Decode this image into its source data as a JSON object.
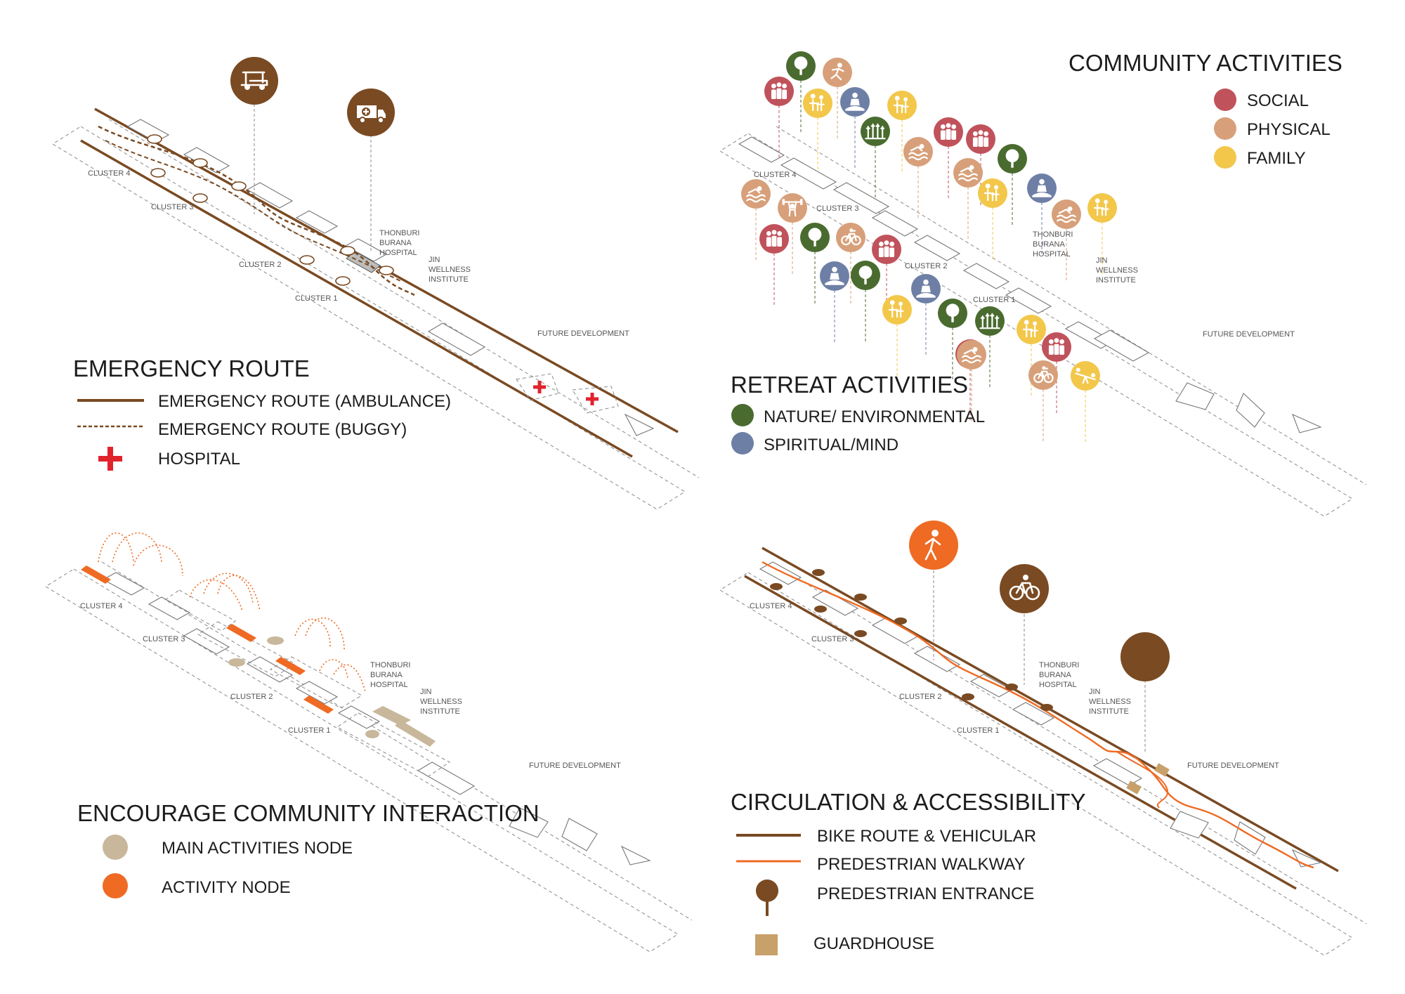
{
  "colors": {
    "social": "#c0525b",
    "physical": "#d7a07a",
    "family": "#f2c74a",
    "nature": "#4a6b2f",
    "spiritual": "#6e7fa6",
    "brown": "#7a4a22",
    "orange": "#ef6a23",
    "light_orange": "#f3a15c",
    "tan": "#c9b79c",
    "hospital_red": "#e0232c",
    "guardhouse": "#c8a06a"
  },
  "labels": {
    "cluster1": "CLUSTER 1",
    "cluster2": "CLUSTER 2",
    "cluster3": "CLUSTER 3",
    "cluster4": "CLUSTER 4",
    "hospital": [
      "THONBURI",
      "BURANA",
      "HOSPITAL"
    ],
    "institute": [
      "JIN",
      "WELLNESS",
      "INSTITUTE"
    ],
    "future": "FUTURE DEVELOPMENT"
  },
  "emergency": {
    "title": "EMERGENCY ROUTE",
    "legend": [
      {
        "symbol": "solid-brown-line",
        "text": "EMERGENCY ROUTE (AMBULANCE)"
      },
      {
        "symbol": "dashed-brown-line",
        "text": "EMERGENCY ROUTE (BUGGY)"
      },
      {
        "symbol": "red-cross",
        "text": "HOSPITAL"
      }
    ],
    "icons": [
      "buggy-icon",
      "ambulance-icon"
    ]
  },
  "community": {
    "title": "COMMUNITY ACTIVITIES",
    "legend": [
      {
        "color_key": "social",
        "text": "SOCIAL"
      },
      {
        "color_key": "physical",
        "text": "PHYSICAL"
      },
      {
        "color_key": "family",
        "text": "FAMILY"
      }
    ]
  },
  "retreat": {
    "title": "RETREAT ACTIVITIES",
    "legend": [
      {
        "color_key": "nature",
        "text": "NATURE/ ENVIRONMENTAL"
      },
      {
        "color_key": "spiritual",
        "text": "SPIRITUAL/MIND"
      }
    ]
  },
  "interaction": {
    "title": "ENCOURAGE COMMUNITY INTERACTION",
    "legend": [
      {
        "color_key": "tan",
        "text": "MAIN ACTIVITIES NODE"
      },
      {
        "color_key": "orange",
        "text": "ACTIVITY NODE"
      }
    ]
  },
  "circulation": {
    "title": "CIRCULATION & ACCESSIBILITY",
    "legend": [
      {
        "symbol": "solid-brown-line",
        "text": "BIKE ROUTE & VEHICULAR"
      },
      {
        "symbol": "orange-line",
        "text": "PREDESTRIAN WALKWAY"
      },
      {
        "symbol": "entrance-pin",
        "text": "PREDESTRIAN ENTRANCE"
      },
      {
        "symbol": "guardhouse-square",
        "text": "GUARDHOUSE"
      }
    ],
    "icons": [
      "pedestrian-icon",
      "bicycle-icon",
      "entrance-marker"
    ]
  },
  "activity_markers": [
    {
      "cat": "nature",
      "icon": "tree"
    },
    {
      "cat": "physical",
      "icon": "runner"
    },
    {
      "cat": "social",
      "icon": "people"
    },
    {
      "cat": "family",
      "icon": "family"
    },
    {
      "cat": "spiritual",
      "icon": "meditation"
    },
    {
      "cat": "family",
      "icon": "family"
    },
    {
      "cat": "nature",
      "icon": "plants"
    },
    {
      "cat": "social",
      "icon": "people"
    },
    {
      "cat": "social",
      "icon": "people"
    },
    {
      "cat": "physical",
      "icon": "swim"
    },
    {
      "cat": "nature",
      "icon": "tree"
    },
    {
      "cat": "physical",
      "icon": "swim"
    },
    {
      "cat": "family",
      "icon": "family"
    },
    {
      "cat": "spiritual",
      "icon": "meditation"
    },
    {
      "cat": "physical",
      "icon": "swim"
    },
    {
      "cat": "physical",
      "icon": "weights"
    },
    {
      "cat": "physical",
      "icon": "swim"
    },
    {
      "cat": "family",
      "icon": "family"
    },
    {
      "cat": "social",
      "icon": "people"
    },
    {
      "cat": "nature",
      "icon": "tree"
    },
    {
      "cat": "physical",
      "icon": "bike"
    },
    {
      "cat": "social",
      "icon": "people"
    },
    {
      "cat": "spiritual",
      "icon": "meditation"
    },
    {
      "cat": "nature",
      "icon": "tree"
    },
    {
      "cat": "spiritual",
      "icon": "meditation"
    },
    {
      "cat": "family",
      "icon": "family"
    },
    {
      "cat": "nature",
      "icon": "tree"
    },
    {
      "cat": "nature",
      "icon": "plants"
    },
    {
      "cat": "family",
      "icon": "family"
    },
    {
      "cat": "social",
      "icon": "people"
    },
    {
      "cat": "physical",
      "icon": "swim"
    },
    {
      "cat": "social",
      "icon": "people"
    },
    {
      "cat": "physical",
      "icon": "bike"
    },
    {
      "cat": "family",
      "icon": "seesaw"
    }
  ]
}
